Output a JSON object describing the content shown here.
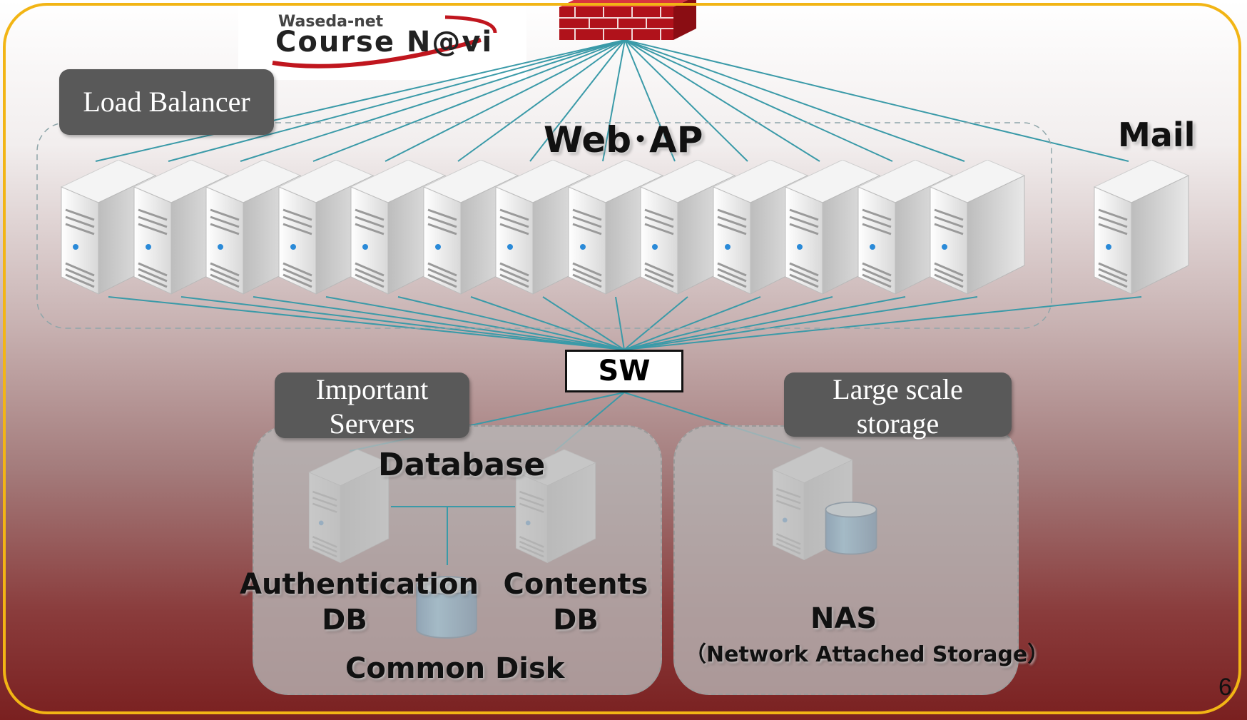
{
  "logo": {
    "small": "Waseda-net",
    "main": "Course N@vi"
  },
  "labels": {
    "load_balancer": "Load Balancer",
    "web_ap": "Web･AP",
    "mail": "Mail",
    "switch": "SW",
    "important_servers": [
      "Important",
      "Servers"
    ],
    "large_storage": [
      "Large scale",
      "storage"
    ],
    "database": "Database",
    "auth_db": [
      "Authentication",
      "DB"
    ],
    "contents_db": [
      "Contents",
      "DB"
    ],
    "common_disk": "Common Disk",
    "nas": "NAS",
    "nas_full": "（Network Attached Storage）"
  },
  "page_number": "6",
  "icons": [
    "firewall-icon",
    "server-icon",
    "database-icon"
  ],
  "colors": {
    "frame": "#f2b515",
    "wire": "#3a9aa8",
    "label_box": "#595959",
    "firewall": "#b0121b",
    "disk": "#1e8fd6"
  }
}
